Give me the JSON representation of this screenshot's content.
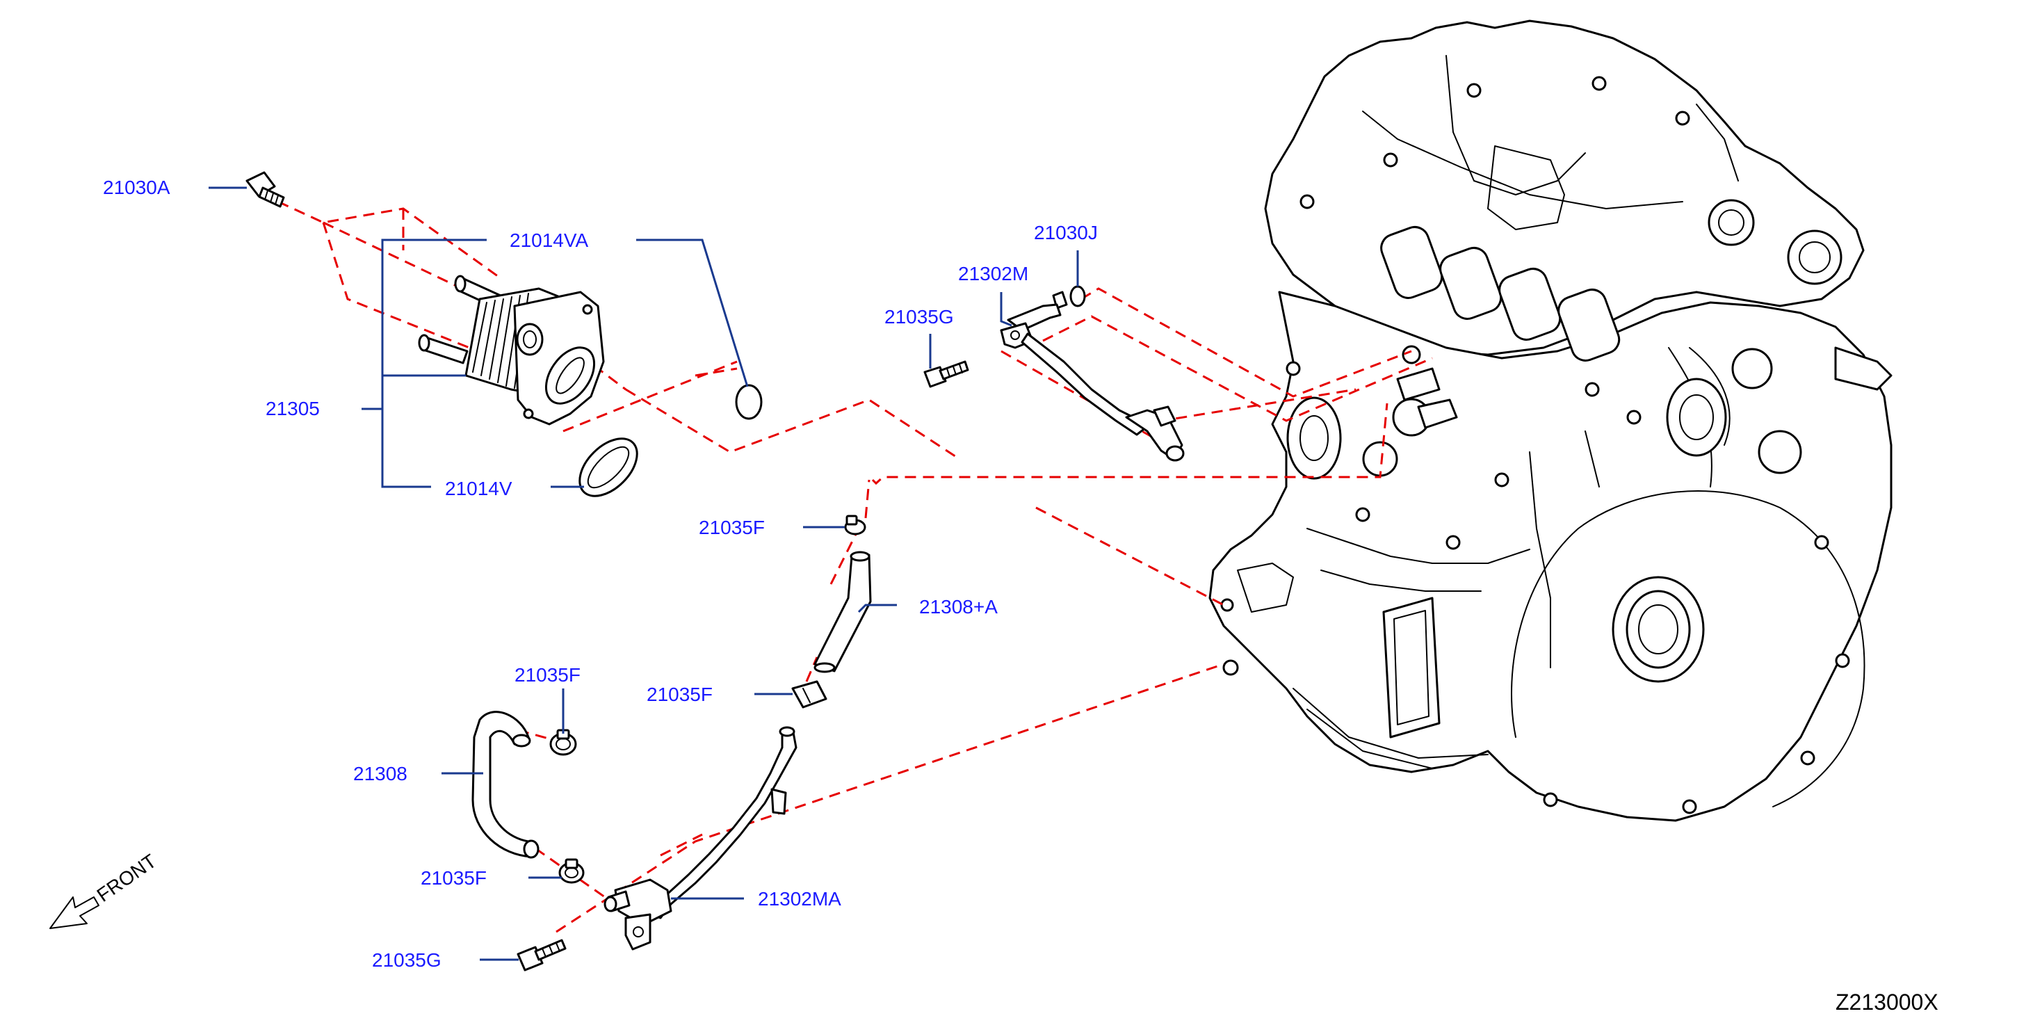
{
  "diagram": {
    "code": "Z213000X",
    "front_label": "FRONT",
    "colors": {
      "callout_text": "#1a1aff",
      "leader_line": "#1a3a8f",
      "alignment_dash": "#e60000",
      "part_outline": "#000000"
    },
    "callouts": {
      "bolt_21030a": "21030A",
      "gasket_21014va": "21014VA",
      "cooler_21305": "21305",
      "gasket_21014v": "21014V",
      "oring_21030j": "21030J",
      "pipe_21302m": "21302M",
      "bolt_21035g_upper": "21035G",
      "clamp_21035f_upper": "21035F",
      "hose_21308a": "21308+A",
      "clamp_21035f_mid": "21035F",
      "clamp_21035f_left": "21035F",
      "hose_21308": "21308",
      "clamp_21035f_lower": "21035F",
      "pipe_21302ma": "21302MA",
      "bolt_21035g_lower": "21035G"
    }
  }
}
